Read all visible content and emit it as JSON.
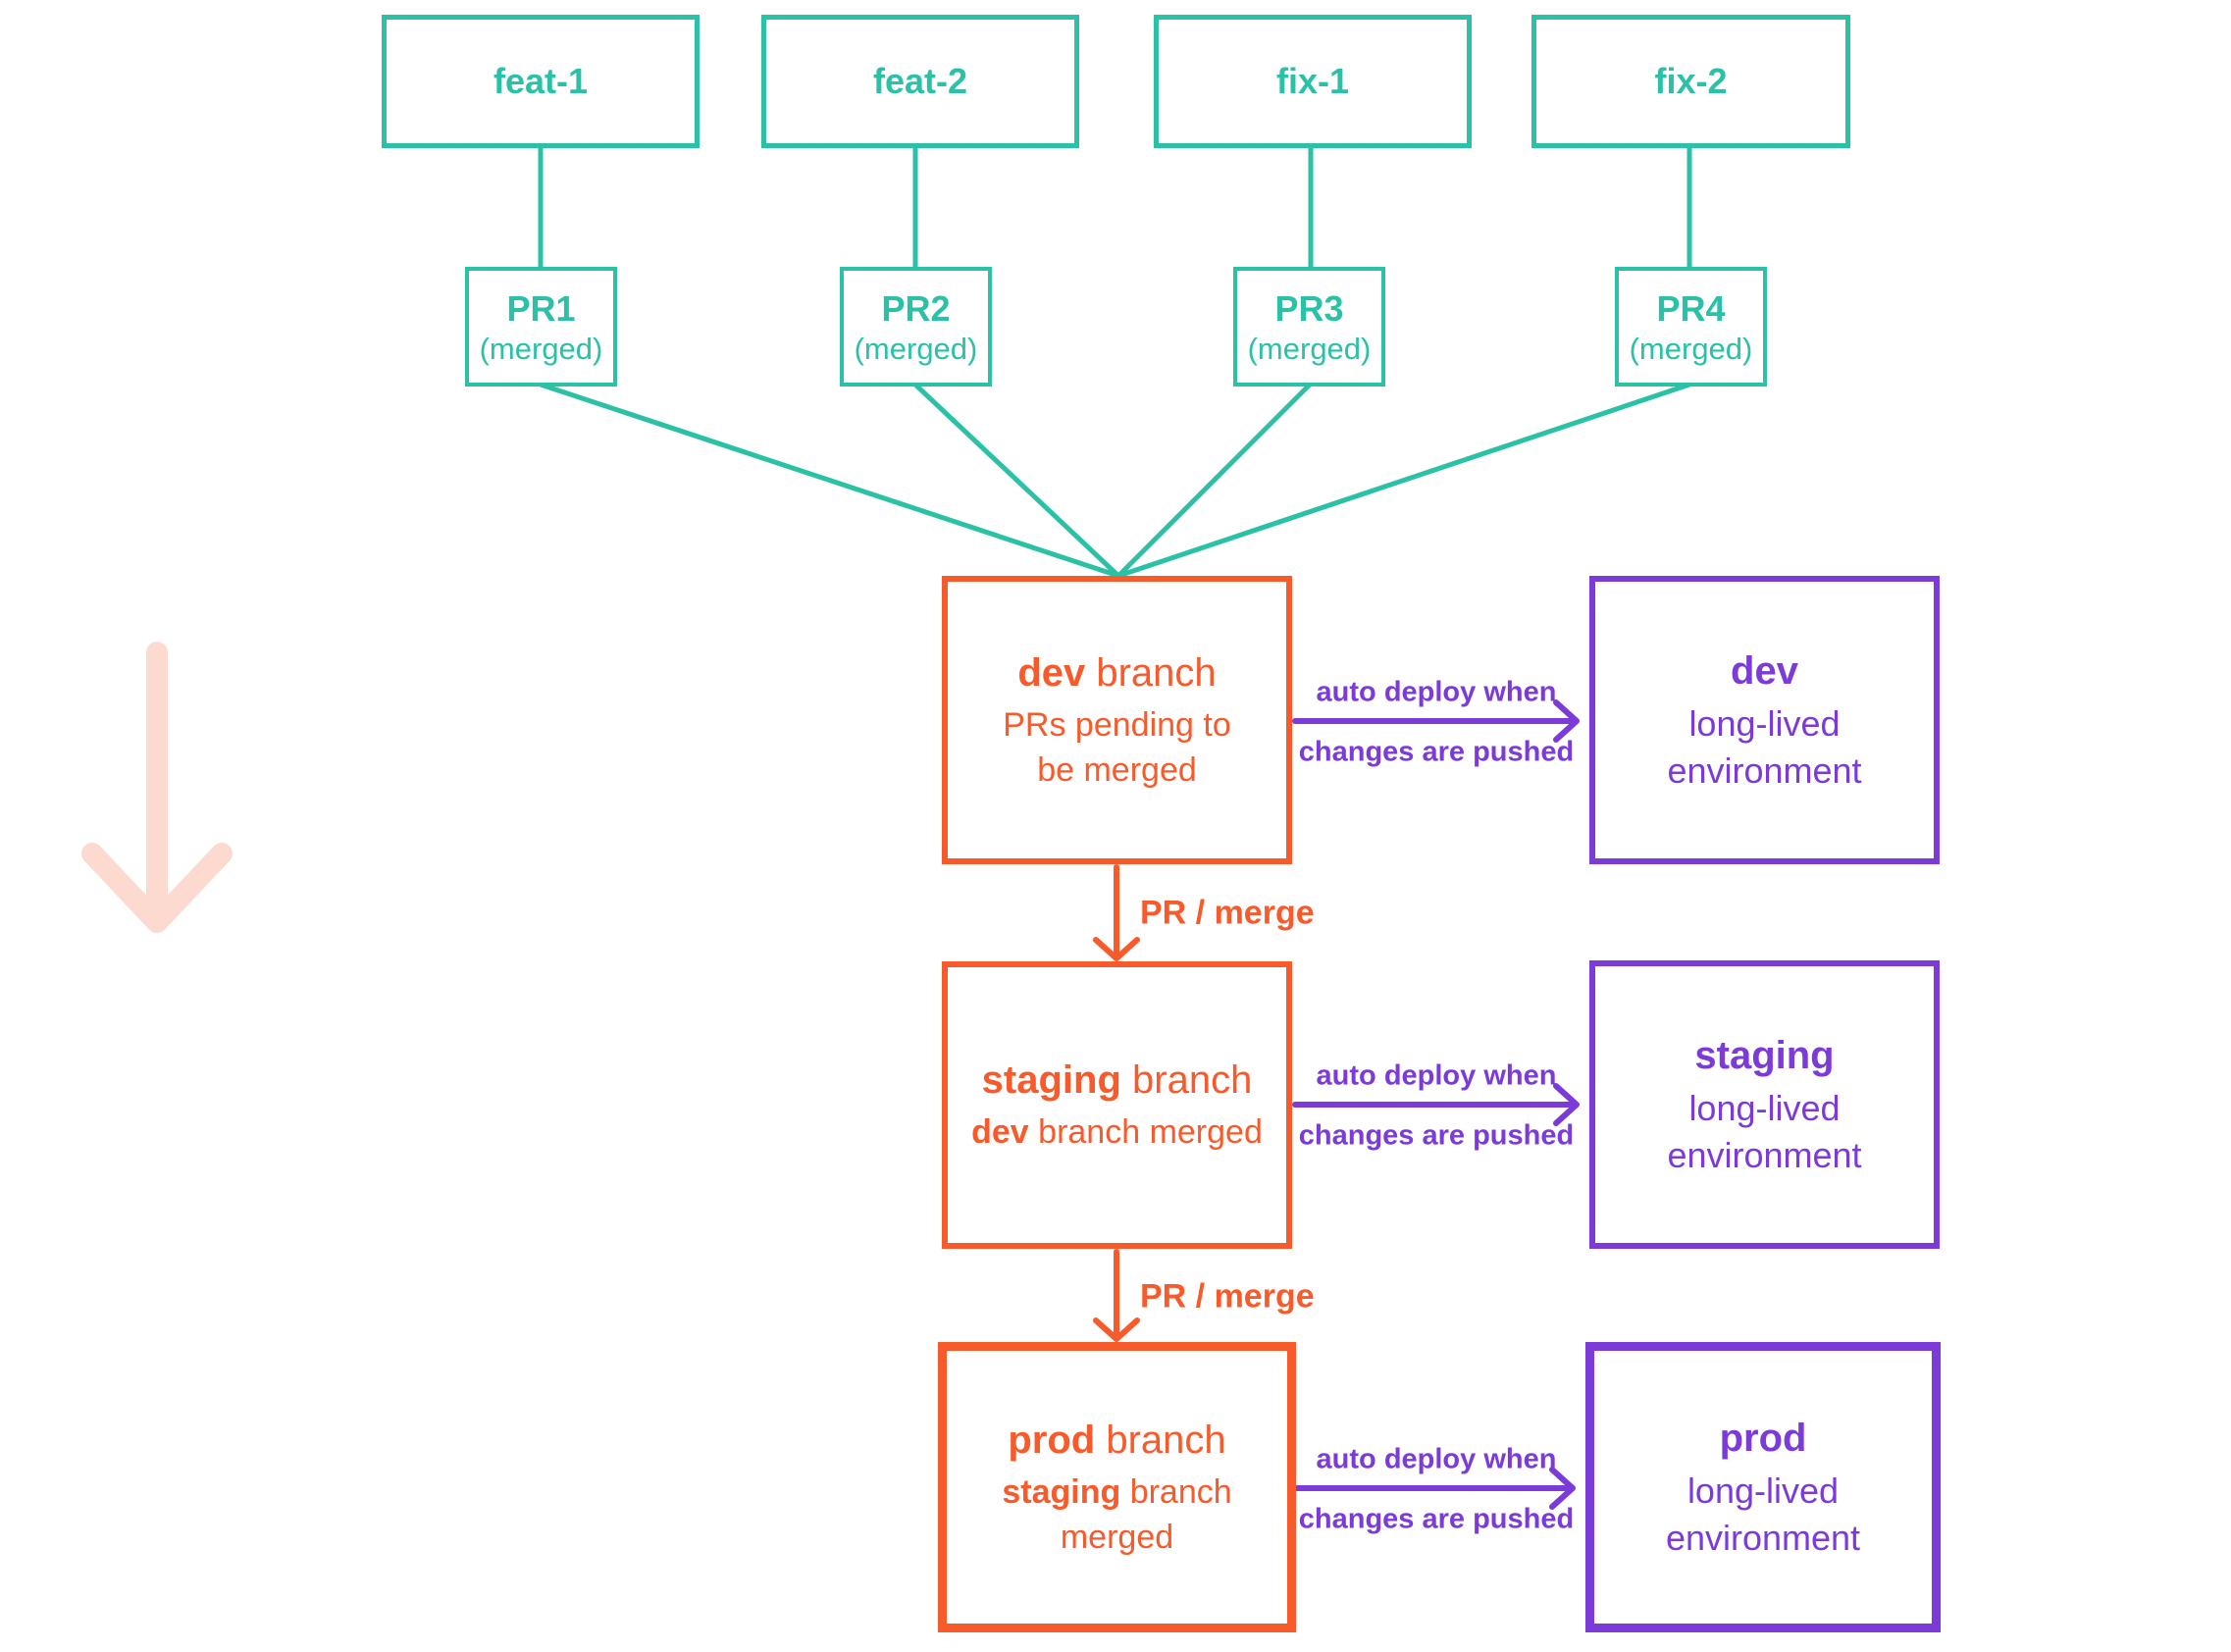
{
  "colors": {
    "teal": "#2bc1a6",
    "orange": "#f75b2b",
    "purple": "#7c3bd8",
    "pink": "#fcdacf"
  },
  "feature_branches": [
    {
      "label": "feat-1",
      "pr": {
        "title": "PR1",
        "status": "(merged)"
      }
    },
    {
      "label": "feat-2",
      "pr": {
        "title": "PR2",
        "status": "(merged)"
      }
    },
    {
      "label": "fix-1",
      "pr": {
        "title": "PR3",
        "status": "(merged)"
      }
    },
    {
      "label": "fix-2",
      "pr": {
        "title": "PR4",
        "status": "(merged)"
      }
    }
  ],
  "pipeline": [
    {
      "branch": {
        "bold": "dev",
        "rest": " branch",
        "subtitle": [
          "PRs pending to",
          "be merged"
        ]
      },
      "deploy_top": "auto deploy when",
      "deploy_bottom": "changes are pushed",
      "env": {
        "name": "dev",
        "lines": [
          "long-lived",
          "environment"
        ]
      }
    },
    {
      "branch": {
        "bold": "staging",
        "rest": " branch",
        "sub_bold": "dev",
        "sub_rest": " branch merged"
      },
      "deploy_top": "auto deploy when",
      "deploy_bottom": "changes are pushed",
      "env": {
        "name": "staging",
        "lines": [
          "long-lived",
          "environment"
        ]
      }
    },
    {
      "branch": {
        "bold": "prod",
        "rest": " branch",
        "sub_bold": "staging",
        "sub_rest": " branch merged"
      },
      "deploy_top": "auto deploy when",
      "deploy_bottom": "changes are pushed",
      "env": {
        "name": "prod",
        "lines": [
          "long-lived",
          "environment"
        ]
      }
    }
  ],
  "merge_arrows": [
    {
      "label": "PR / merge"
    },
    {
      "label": "PR / merge"
    }
  ]
}
